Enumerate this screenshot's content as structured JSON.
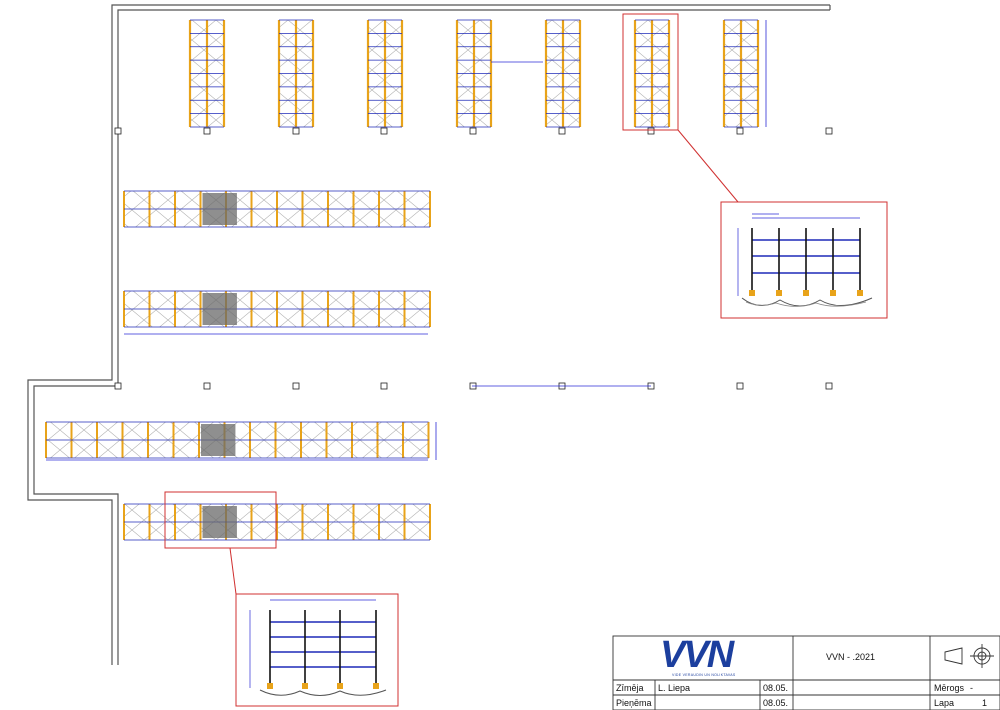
{
  "colors": {
    "upright": "#e8a31a",
    "beam": "#1f2ab8",
    "frame_x": "#9a9a9a",
    "highlight": "#d03030",
    "wall": "#555555",
    "dimension": "#2b2bd6",
    "logo": "#1c3f9e"
  },
  "layout_plan": {
    "vertical_racks_count": 7,
    "horizontal_rack_rows_count": 4,
    "column_markers": "small square column markers along two grid lines",
    "detail_views": [
      {
        "label": "rack side elevation detail (right)"
      },
      {
        "label": "rack front elevation detail (bottom)"
      }
    ]
  },
  "title_block": {
    "logo_text": "VVN",
    "logo_tagline": "VIDE VERAUDIN UN NOLIKTAVAS",
    "project_code": "VVN - .2021",
    "rows": [
      {
        "label": "Zīmēja",
        "name": "L. Liepa",
        "date": "08.05."
      },
      {
        "label": "Pieņēma",
        "name": "",
        "date": "08.05."
      }
    ],
    "scale_label": "Mērogs",
    "scale_value": "-",
    "sheet_label": "Lapa",
    "sheet_value": "1"
  }
}
